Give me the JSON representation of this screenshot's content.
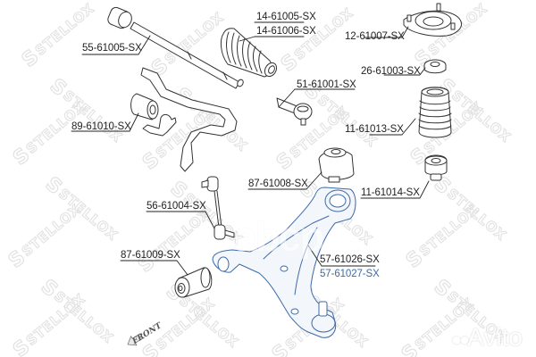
{
  "diagram": {
    "type": "exploded-parts-diagram",
    "subject": "Front suspension and steering components",
    "watermark_brand": "STELLOX",
    "marketplace_watermark": "Avito",
    "secondary_watermark": "abcp",
    "direction_indicator": "FRONT",
    "colors": {
      "line": "#333333",
      "leader": "#222222",
      "highlight_part": "#3d6aa8",
      "highlight_fill": "#eef3fa",
      "watermark": "#e2e2e2",
      "background": "#ffffff"
    }
  },
  "parts": [
    {
      "id": "tie-rod",
      "label": "55-61005-SX"
    },
    {
      "id": "steering-boot",
      "labels": [
        "14-61005-SX",
        "14-61006-SX"
      ]
    },
    {
      "id": "strut-mount",
      "label": "12-61007-SX"
    },
    {
      "id": "bump-stop-bearing",
      "label": "26-61003-SX"
    },
    {
      "id": "tie-rod-end",
      "label": "51-61001-SX"
    },
    {
      "id": "stabilizer-bushing",
      "label": "89-61010-SX"
    },
    {
      "id": "dust-boot",
      "label": "11-61013-SX"
    },
    {
      "id": "rear-arm-bushing",
      "label": "87-61008-SX"
    },
    {
      "id": "bump-stop",
      "label": "11-61014-SX"
    },
    {
      "id": "stabilizer-link",
      "label": "56-61004-SX"
    },
    {
      "id": "front-arm-bushing",
      "label": "87-61009-SX"
    },
    {
      "id": "control-arm",
      "labels": [
        "57-61026-SX",
        "57-61027-SX"
      ]
    }
  ]
}
